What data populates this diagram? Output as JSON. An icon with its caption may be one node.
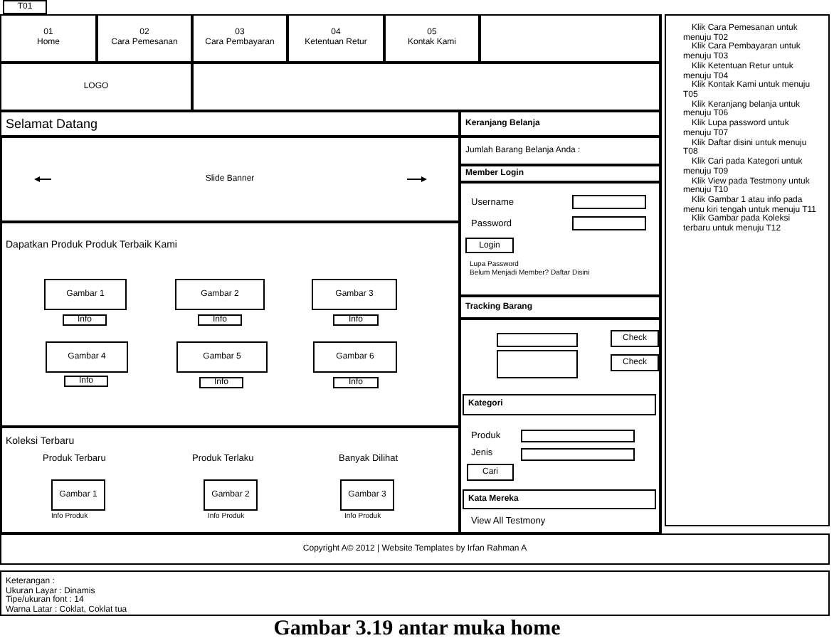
{
  "diagram": {
    "caption": "Gambar 3.19 antar muka home",
    "nodes": [
      {
        "text": [
          "T01"
        ]
      },
      {
        "text": [
          "01",
          "Home"
        ]
      },
      {
        "text": [
          "02",
          "Cara Pemesanan"
        ]
      },
      {
        "text": [
          "03",
          "Cara Pembayaran"
        ]
      },
      {
        "text": [
          "04",
          "Ketentuan Retur"
        ]
      },
      {
        "text": [
          "05",
          "Kontak Kami"
        ]
      },
      {
        "text": [],
        "shape": "box"
      },
      {
        "text": [
          "LOGO"
        ]
      },
      {
        "text": [],
        "shape": "box"
      },
      {
        "text": [
          "Selamat Datang"
        ]
      },
      {
        "text": [
          "Slide Banner"
        ]
      },
      {
        "text": [
          "Dapatkan Produk Produk Terbaik Kami"
        ]
      },
      {
        "text": [
          "Gambar 1"
        ],
        "in": 11
      },
      {
        "text": [
          "Gambar 2"
        ],
        "in": 11
      },
      {
        "text": [
          "Gambar 3"
        ],
        "in": 11
      },
      {
        "text": [
          "Gambar 4"
        ],
        "in": 11
      },
      {
        "text": [
          "Gambar 5"
        ],
        "in": 11
      },
      {
        "text": [
          "Gambar 6"
        ],
        "in": 11
      },
      {
        "text": [
          "Info"
        ],
        "in": 11
      },
      {
        "text": [
          "Info"
        ],
        "in": 11
      },
      {
        "text": [
          "Info"
        ],
        "in": 11
      },
      {
        "text": [
          "Info"
        ],
        "in": 11
      },
      {
        "text": [
          "Info"
        ],
        "in": 11
      },
      {
        "text": [
          "Info"
        ],
        "in": 11
      },
      {
        "text": [
          "Koleksi Terbaru"
        ]
      },
      {
        "text": [
          "Gambar 1"
        ],
        "in": 24
      },
      {
        "text": [
          "Gambar 2"
        ],
        "in": 24
      },
      {
        "text": [
          "Gambar 3"
        ],
        "in": 24
      },
      {
        "text": [
          "Keranjang Belanja"
        ]
      },
      {
        "text": [
          "Jumlah Barang Belanja Anda :"
        ]
      },
      {
        "text": [
          "Member Login"
        ]
      },
      {
        "text": [],
        "shape": "box"
      },
      {
        "text": [],
        "shape": "box",
        "in": 31
      },
      {
        "text": [],
        "shape": "box",
        "in": 31
      },
      {
        "text": [
          "Login"
        ],
        "in": 31
      },
      {
        "text": [
          "Tracking Barang"
        ]
      },
      {
        "text": [],
        "shape": "box"
      },
      {
        "text": [],
        "shape": "box",
        "in": 36
      },
      {
        "text": [
          "Check"
        ],
        "in": 36
      },
      {
        "text": [],
        "shape": "box",
        "in": 36
      },
      {
        "text": [
          "Check"
        ],
        "in": 36
      },
      {
        "text": [
          "Kategori"
        ],
        "in": 36
      },
      {
        "text": [],
        "shape": "box",
        "in": 36
      },
      {
        "text": [],
        "shape": "box",
        "in": 36
      },
      {
        "text": [
          "Cari"
        ],
        "in": 36
      },
      {
        "text": [
          "Kata Mereka"
        ],
        "in": 36
      },
      {
        "text": [
          "Klik Cara Pemesanan untuk menuju T02",
          "Klik Cara Pembayaran untuk menuju T03",
          "Klik Ketentuan Retur untuk menuju T04",
          "Klik Kontak Kami untuk menuju T05",
          "Klik Keranjang belanja untuk menuju T06",
          "Klik Lupa password untuk menuju T07",
          "Klik Daftar disini untuk menuju T08",
          "Klik Cari pada Kategori untuk menuju T09",
          "Klik View pada Testmony untuk menuju T10",
          "Klik Gambar 1 atau info pada menu kiri tengah untuk menuju T11",
          "Klik Gambar pada Koleksi terbaru untuk menuju T12"
        ]
      },
      {
        "text": [
          "Copyright A© 2012 | Website Templates by Irfan Rahman A"
        ]
      },
      {
        "text": [
          "Keterangan :",
          "Ukuran Layar : Dinamis",
          "Tipe/ukuran font : 14",
          "Warna Latar : Coklat, Coklat tua"
        ]
      }
    ],
    "labels": [
      "Produk Terbaru",
      "Produk Terlaku",
      "Banyak Dilihat",
      "Info Produk",
      "Info Produk",
      "Info Produk",
      "Username",
      "Password",
      "Lupa Password",
      "Belum Menjadi Member? Daftar Disini",
      "Produk",
      "Jenis",
      "View All Testmony"
    ]
  }
}
